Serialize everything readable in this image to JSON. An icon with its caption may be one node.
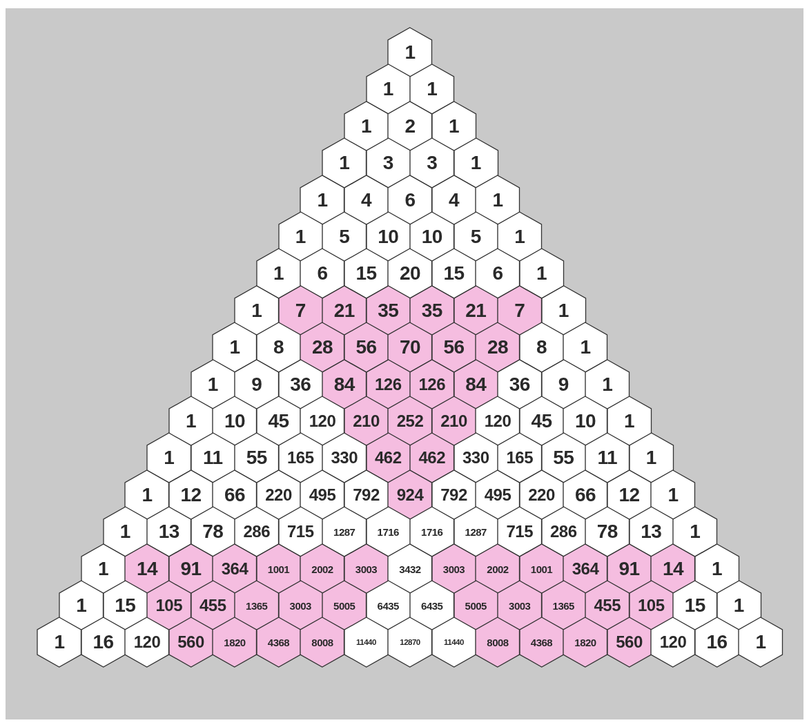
{
  "diagram": {
    "nodes": [
      {
        "text": [
          "1"
        ]
      },
      {
        "text": [
          "1"
        ]
      },
      {
        "text": [
          "1"
        ]
      },
      {
        "text": [
          "1"
        ]
      },
      {
        "text": [
          "2"
        ]
      },
      {
        "text": [
          "1"
        ]
      },
      {
        "text": [
          "1"
        ]
      },
      {
        "text": [
          "3"
        ]
      },
      {
        "text": [
          "3"
        ]
      },
      {
        "text": [
          "1"
        ]
      },
      {
        "text": [
          "1"
        ]
      },
      {
        "text": [
          "4"
        ]
      },
      {
        "text": [
          "6"
        ]
      },
      {
        "text": [
          "4"
        ]
      },
      {
        "text": [
          "1"
        ]
      },
      {
        "text": [
          "1"
        ]
      },
      {
        "text": [
          "5"
        ]
      },
      {
        "text": [
          "10"
        ]
      },
      {
        "text": [
          "10"
        ]
      },
      {
        "text": [
          "5"
        ]
      },
      {
        "text": [
          "1"
        ]
      },
      {
        "text": [
          "1"
        ]
      },
      {
        "text": [
          "6"
        ]
      },
      {
        "text": [
          "15"
        ]
      },
      {
        "text": [
          "20"
        ]
      },
      {
        "text": [
          "15"
        ]
      },
      {
        "text": [
          "6"
        ]
      },
      {
        "text": [
          "1"
        ]
      },
      {
        "text": [
          "1"
        ]
      },
      {
        "text": [
          "7"
        ]
      },
      {
        "text": [
          "21"
        ]
      },
      {
        "text": [
          "35"
        ]
      },
      {
        "text": [
          "35"
        ]
      },
      {
        "text": [
          "21"
        ]
      },
      {
        "text": [
          "7"
        ]
      },
      {
        "text": [
          "1"
        ]
      },
      {
        "text": [
          "1"
        ]
      },
      {
        "text": [
          "8"
        ]
      },
      {
        "text": [
          "28"
        ]
      },
      {
        "text": [
          "56"
        ]
      },
      {
        "text": [
          "70"
        ]
      },
      {
        "text": [
          "56"
        ]
      },
      {
        "text": [
          "28"
        ]
      },
      {
        "text": [
          "8"
        ]
      },
      {
        "text": [
          "1"
        ]
      },
      {
        "text": [
          "1"
        ]
      },
      {
        "text": [
          "9"
        ]
      },
      {
        "text": [
          "36"
        ]
      },
      {
        "text": [
          "84"
        ]
      },
      {
        "text": [
          "126"
        ]
      },
      {
        "text": [
          "126"
        ]
      },
      {
        "text": [
          "84"
        ]
      },
      {
        "text": [
          "36"
        ]
      },
      {
        "text": [
          "9"
        ]
      },
      {
        "text": [
          "1"
        ]
      },
      {
        "text": [
          "1"
        ]
      },
      {
        "text": [
          "10"
        ]
      },
      {
        "text": [
          "45"
        ]
      },
      {
        "text": [
          "120"
        ]
      },
      {
        "text": [
          "210"
        ]
      },
      {
        "text": [
          "252"
        ]
      },
      {
        "text": [
          "210"
        ]
      },
      {
        "text": [
          "120"
        ]
      },
      {
        "text": [
          "45"
        ]
      },
      {
        "text": [
          "10"
        ]
      },
      {
        "text": [
          "1"
        ]
      },
      {
        "text": [
          "1"
        ]
      },
      {
        "text": [
          "11"
        ]
      },
      {
        "text": [
          "55"
        ]
      },
      {
        "text": [
          "165"
        ]
      },
      {
        "text": [
          "330"
        ]
      },
      {
        "text": [
          "462"
        ]
      },
      {
        "text": [
          "462"
        ]
      },
      {
        "text": [
          "330"
        ]
      },
      {
        "text": [
          "165"
        ]
      },
      {
        "text": [
          "55"
        ]
      },
      {
        "text": [
          "11"
        ]
      },
      {
        "text": [
          "1"
        ]
      },
      {
        "text": [
          "1"
        ]
      },
      {
        "text": [
          "12"
        ]
      },
      {
        "text": [
          "66"
        ]
      },
      {
        "text": [
          "220"
        ]
      },
      {
        "text": [
          "495"
        ]
      },
      {
        "text": [
          "792"
        ]
      },
      {
        "text": [
          "924"
        ]
      },
      {
        "text": [
          "792"
        ]
      },
      {
        "text": [
          "495"
        ]
      },
      {
        "text": [
          "220"
        ]
      },
      {
        "text": [
          "66"
        ]
      },
      {
        "text": [
          "12"
        ]
      },
      {
        "text": [
          "1"
        ]
      },
      {
        "text": [
          "1"
        ]
      },
      {
        "text": [
          "13"
        ]
      },
      {
        "text": [
          "78"
        ]
      },
      {
        "text": [
          "286"
        ]
      },
      {
        "text": [
          "715"
        ]
      },
      {
        "text": [
          "1287"
        ]
      },
      {
        "text": [
          "1716"
        ]
      },
      {
        "text": [
          "1716"
        ]
      },
      {
        "text": [
          "1287"
        ]
      },
      {
        "text": [
          "715"
        ]
      },
      {
        "text": [
          "286"
        ]
      },
      {
        "text": [
          "78"
        ]
      },
      {
        "text": [
          "13"
        ]
      },
      {
        "text": [
          "1"
        ]
      },
      {
        "text": [
          "1"
        ]
      },
      {
        "text": [
          "14"
        ]
      },
      {
        "text": [
          "91"
        ]
      },
      {
        "text": [
          "364"
        ]
      },
      {
        "text": [
          "1001"
        ]
      },
      {
        "text": [
          "2002"
        ]
      },
      {
        "text": [
          "3003"
        ]
      },
      {
        "text": [
          "3432"
        ]
      },
      {
        "text": [
          "3003"
        ]
      },
      {
        "text": [
          "2002"
        ]
      },
      {
        "text": [
          "1001"
        ]
      },
      {
        "text": [
          "364"
        ]
      },
      {
        "text": [
          "91"
        ]
      },
      {
        "text": [
          "14"
        ]
      },
      {
        "text": [
          "1"
        ]
      },
      {
        "text": [
          "1"
        ]
      },
      {
        "text": [
          "15"
        ]
      },
      {
        "text": [
          "105"
        ]
      },
      {
        "text": [
          "455"
        ]
      },
      {
        "text": [
          "1365"
        ]
      },
      {
        "text": [
          "3003"
        ]
      },
      {
        "text": [
          "5005"
        ]
      },
      {
        "text": [
          "6435"
        ]
      },
      {
        "text": [
          "6435"
        ]
      },
      {
        "text": [
          "5005"
        ]
      },
      {
        "text": [
          "3003"
        ]
      },
      {
        "text": [
          "1365"
        ]
      },
      {
        "text": [
          "455"
        ]
      },
      {
        "text": [
          "105"
        ]
      },
      {
        "text": [
          "15"
        ]
      },
      {
        "text": [
          "1"
        ]
      },
      {
        "text": [
          "1"
        ]
      },
      {
        "text": [
          "16"
        ]
      },
      {
        "text": [
          "120"
        ]
      },
      {
        "text": [
          "560"
        ]
      },
      {
        "text": [
          "1820"
        ]
      },
      {
        "text": [
          "4368"
        ]
      },
      {
        "text": [
          "8008"
        ]
      },
      {
        "text": [
          "11440"
        ]
      },
      {
        "text": [
          "12870"
        ]
      },
      {
        "text": [
          "11440"
        ]
      },
      {
        "text": [
          "8008"
        ]
      },
      {
        "text": [
          "4368"
        ]
      },
      {
        "text": [
          "1820"
        ]
      },
      {
        "text": [
          "560"
        ]
      },
      {
        "text": [
          "120"
        ]
      },
      {
        "text": [
          "16"
        ]
      },
      {
        "text": [
          "1"
        ]
      }
    ]
  }
}
